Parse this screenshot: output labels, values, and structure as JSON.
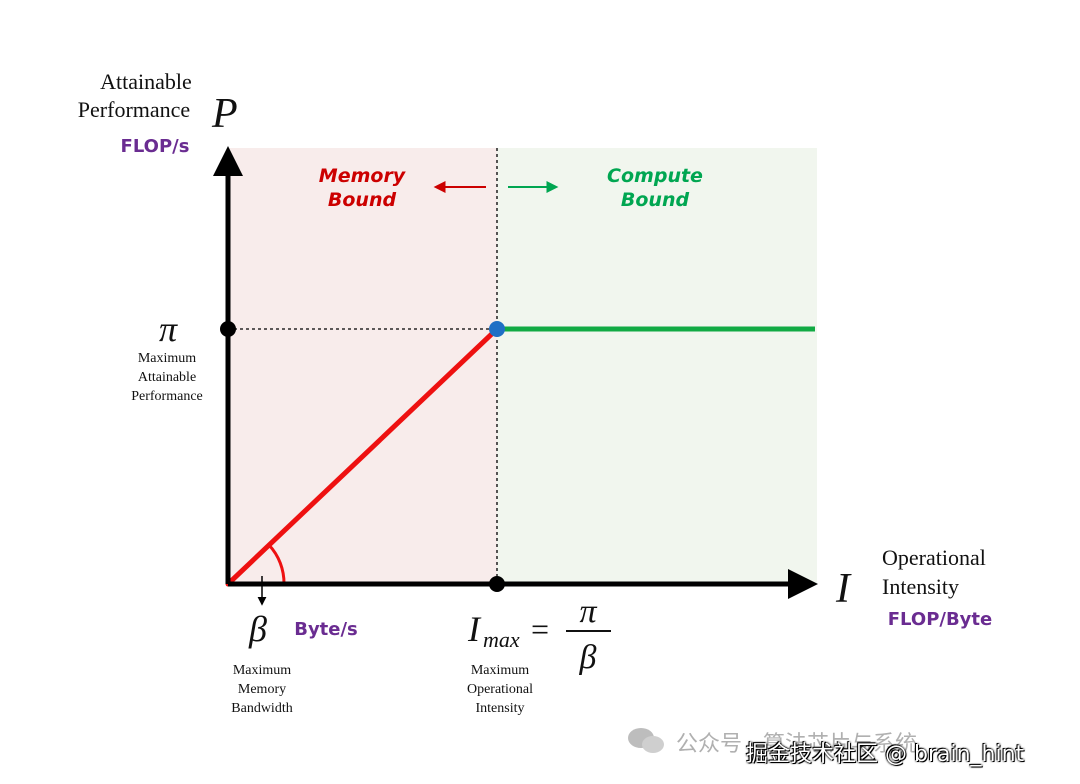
{
  "y_axis": {
    "label_line1": "Attainable",
    "label_line2": "Performance",
    "symbol": "P",
    "unit": "FLOP/s"
  },
  "x_axis": {
    "label_line1": "Operational",
    "label_line2": "Intensity",
    "symbol": "I",
    "unit": "FLOP/Byte"
  },
  "regions": {
    "memory": {
      "line1": "Memory",
      "line2": "Bound",
      "color": "#cc0000"
    },
    "compute": {
      "line1": "Compute",
      "line2": "Bound",
      "color": "#00a651"
    }
  },
  "pi": {
    "symbol": "π",
    "line1": "Maximum",
    "line2": "Attainable",
    "line3": "Performance"
  },
  "beta": {
    "symbol": "β",
    "unit": "Byte/s",
    "line1": "Maximum",
    "line2": "Memory",
    "line3": "Bandwidth"
  },
  "imax": {
    "symbol": "I",
    "subscript": "max",
    "equals": "=",
    "numerator": "π",
    "denominator": "β",
    "line1": "Maximum",
    "line2": "Operational",
    "line3": "Intensity"
  },
  "colors": {
    "memory_bg": "#f8eceb",
    "compute_bg": "#f1f6ee",
    "memory_line": "#ee1111",
    "compute_line": "#11aa44",
    "ridge_point": "#1f6fc5",
    "unit_text": "#6a2c91"
  },
  "watermark": {
    "line1": "公众号 · 算法芯片与系统",
    "line2": "掘金技术社区 @ brain_hint"
  }
}
